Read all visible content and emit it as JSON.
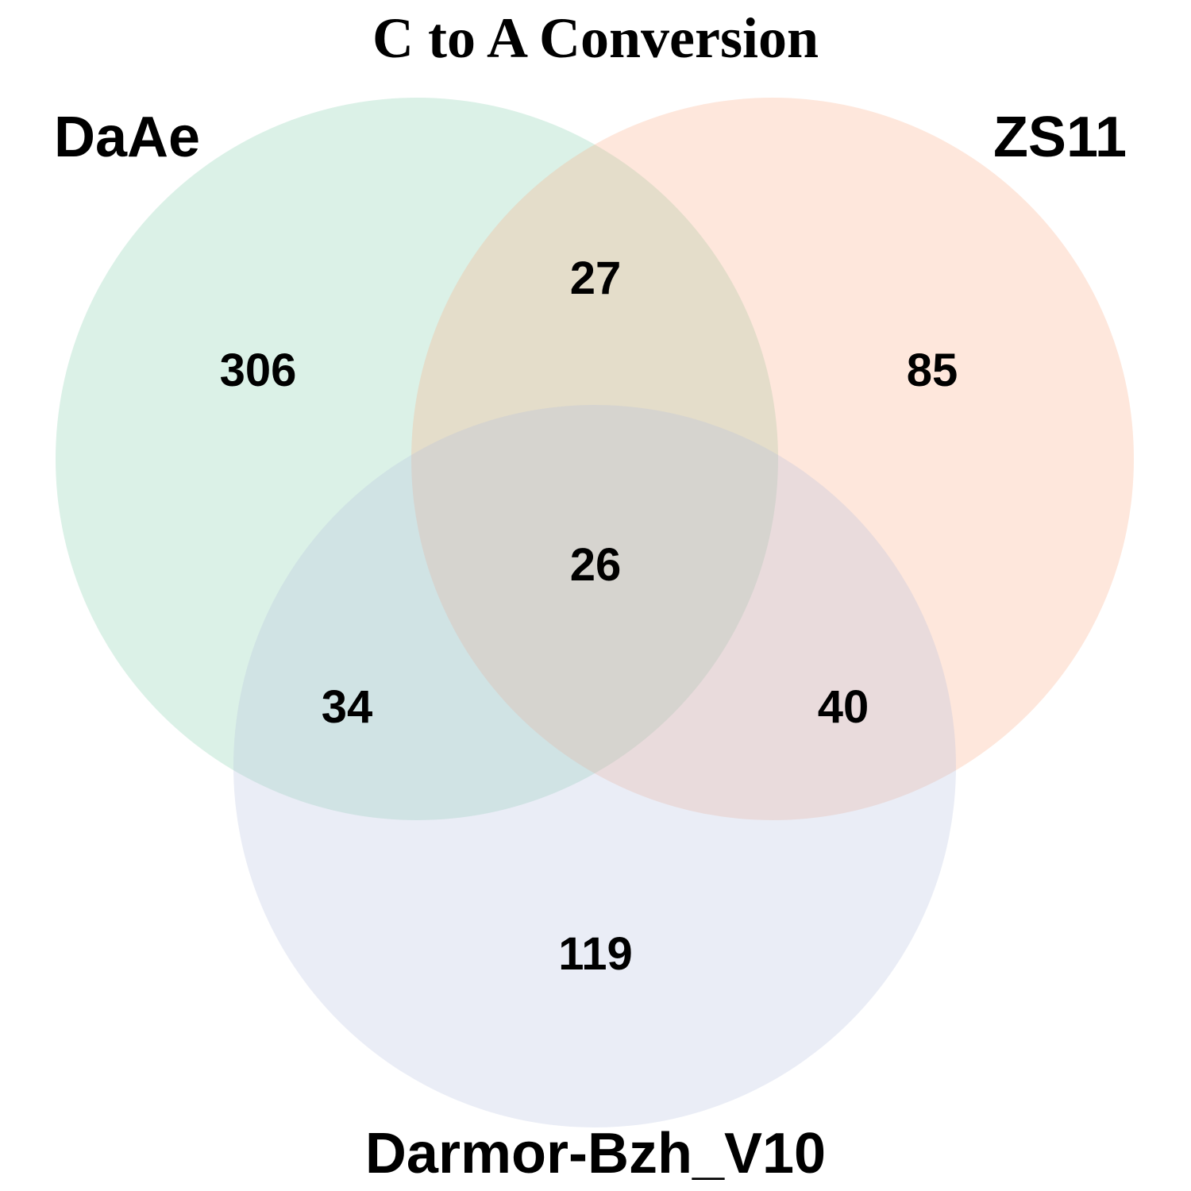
{
  "title": "C to A Conversion",
  "sets": [
    {
      "id": "a",
      "label": "DaAe",
      "color": "#7fcdaa"
    },
    {
      "id": "b",
      "label": "ZS11",
      "color": "#fca982"
    },
    {
      "id": "c",
      "label": "Darmor-Bzh_V10",
      "color": "#b4bedf"
    }
  ],
  "regions": {
    "a_only": "306",
    "b_only": "85",
    "c_only": "119",
    "ab": "27",
    "ac": "34",
    "bc": "40",
    "abc": "26"
  }
}
